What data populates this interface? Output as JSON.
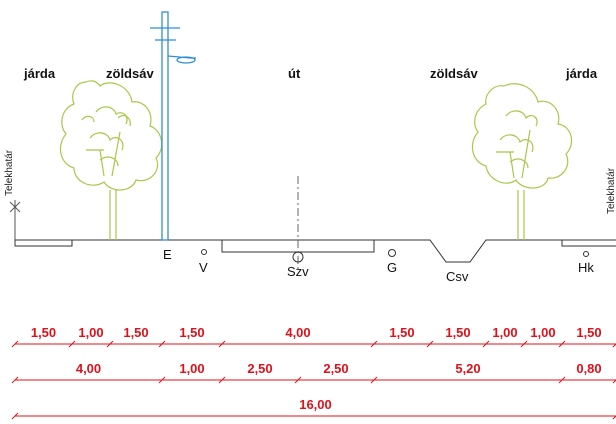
{
  "zones": [
    "járda",
    "zöldsáv",
    "út",
    "zöldsáv",
    "járda"
  ],
  "property_line_label": "Telekhatár",
  "utilities": [
    "E",
    "V",
    "Szv",
    "G",
    "Csv",
    "Hk"
  ],
  "dimension_rows": [
    [
      "1,50",
      "1,00",
      "1,50",
      "1,50",
      "4,00",
      "1,50",
      "1,50",
      "1,00",
      "1,00",
      "1,50"
    ],
    [
      "4,00",
      "1,00",
      "2,50",
      "2,50",
      "5,20",
      "0,80"
    ],
    [
      "16,00"
    ]
  ],
  "colors": {
    "dimension": "#e0101a",
    "tree": "#a8c84a",
    "pole": "#2f8fd8",
    "line": "#333333"
  }
}
